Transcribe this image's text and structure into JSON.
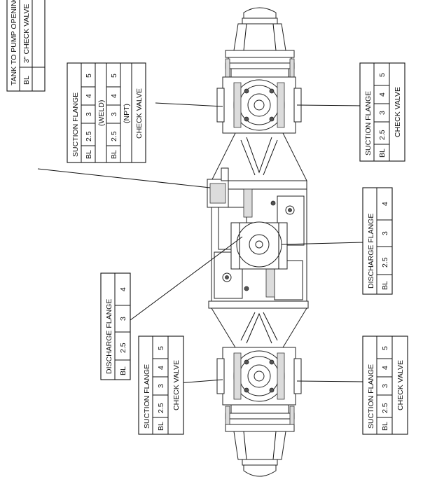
{
  "tables": {
    "tank": {
      "title": "TANK TO PUMP OPENING",
      "col1": "BL",
      "col2": "3\" CHECK VALVE"
    },
    "discharge_left": {
      "title": "DISCHARGE FLANGE",
      "cells": [
        "BL",
        "2.5",
        "3",
        "4"
      ]
    },
    "discharge_right": {
      "title": "DISCHARGE FLANGE",
      "cells": [
        "BL",
        "2.5",
        "3",
        "4"
      ]
    },
    "suction_top_left": {
      "title": "SUCTION FLANGE",
      "row1": [
        "BL",
        "2.5",
        "3",
        "4",
        "5"
      ],
      "row1_note": "(WELD)",
      "row2": [
        "BL",
        "2.5",
        "3",
        "4",
        "5"
      ],
      "row2_note": "(NPT)",
      "footer": "CHECK VALVE"
    },
    "suction_top_right": {
      "title": "SUCTION FLANGE",
      "row": [
        "BL",
        "2.5",
        "3",
        "4",
        "5"
      ],
      "footer": "CHECK VALVE"
    },
    "suction_bottom_left": {
      "title": "SUCTION FLANGE",
      "row": [
        "BL",
        "2.5",
        "3",
        "4",
        "5"
      ],
      "footer": "CHECK VALVE"
    },
    "suction_bottom_right": {
      "title": "SUCTION FLANGE",
      "row": [
        "BL",
        "2.5",
        "3",
        "4",
        "5"
      ],
      "footer": "CHECK VALVE"
    }
  }
}
